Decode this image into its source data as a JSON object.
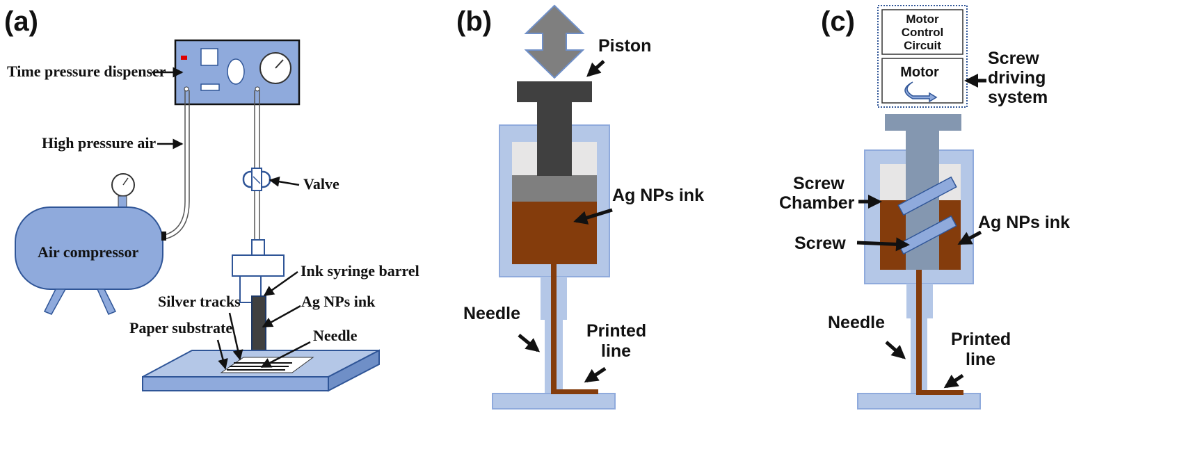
{
  "panels": {
    "a": {
      "label": "(a)",
      "labels": {
        "dispenser": "Time pressure dispenser",
        "air": "High pressure air",
        "compressor": "Air compressor",
        "valve": "Valve",
        "barrel": "Ink syringe barrel",
        "tracks": "Silver tracks",
        "ink": "Ag NPs ink",
        "substrate": "Paper substrate",
        "needle": "Needle"
      }
    },
    "b": {
      "label": "(b)",
      "labels": {
        "piston": "Piston",
        "ink": "Ag NPs ink",
        "needle": "Needle",
        "printed_1": "Printed",
        "printed_2": "line"
      }
    },
    "c": {
      "label": "(c)",
      "labels": {
        "motor_control_1": "Motor",
        "motor_control_2": "Control",
        "motor_control_3": "Circuit",
        "motor": "Motor",
        "screw_driving_1": "Screw",
        "screw_driving_2": "driving",
        "screw_driving_3": "system",
        "chamber_1": "Screw",
        "chamber_2": "Chamber",
        "screw": "Screw",
        "ink": "Ag NPs ink",
        "needle": "Needle",
        "printed_1": "Printed",
        "printed_2": "line"
      }
    }
  },
  "colors": {
    "light_blue": "#b4c7e7",
    "blue_fill": "#8faadc",
    "blue_stroke": "#2f5597",
    "ink_brown": "#843c0c",
    "piston_dark": "#404040",
    "piston_mid": "#7f7f7f",
    "chamber_gray": "#e7e6e6",
    "screw_gray": "#8497b0"
  }
}
